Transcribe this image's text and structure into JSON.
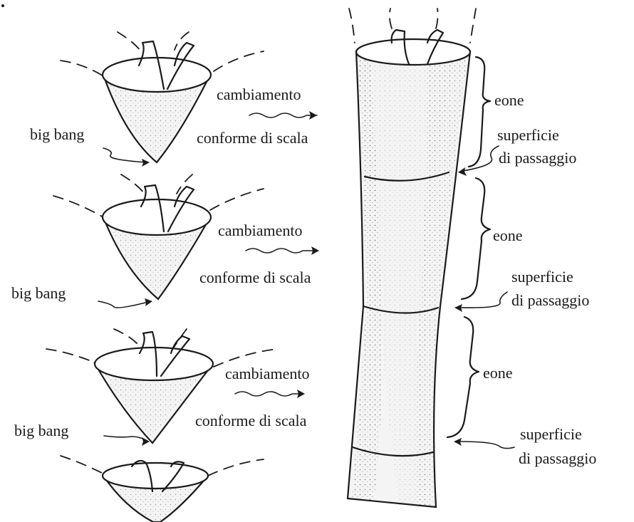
{
  "left_column": {
    "aeons": [
      {
        "process_label_1": "cambiamento",
        "process_label_2": "conforme di scala",
        "origin_label": "big bang"
      },
      {
        "process_label_1": "cambiamento",
        "process_label_2": "conforme di scala",
        "origin_label": "big bang"
      },
      {
        "process_label_1": "cambiamento",
        "process_label_2": "conforme di scala",
        "origin_label": "big bang"
      }
    ]
  },
  "right_column": {
    "segments": [
      {
        "segment_label": "eone",
        "boundary_label_1": "superficie",
        "boundary_label_2": "di passaggio"
      },
      {
        "segment_label": "eone",
        "boundary_label_1": "superficie",
        "boundary_label_2": "di passaggio"
      },
      {
        "segment_label": "eone",
        "boundary_label_1": "superficie",
        "boundary_label_2": "di passaggio"
      }
    ]
  }
}
